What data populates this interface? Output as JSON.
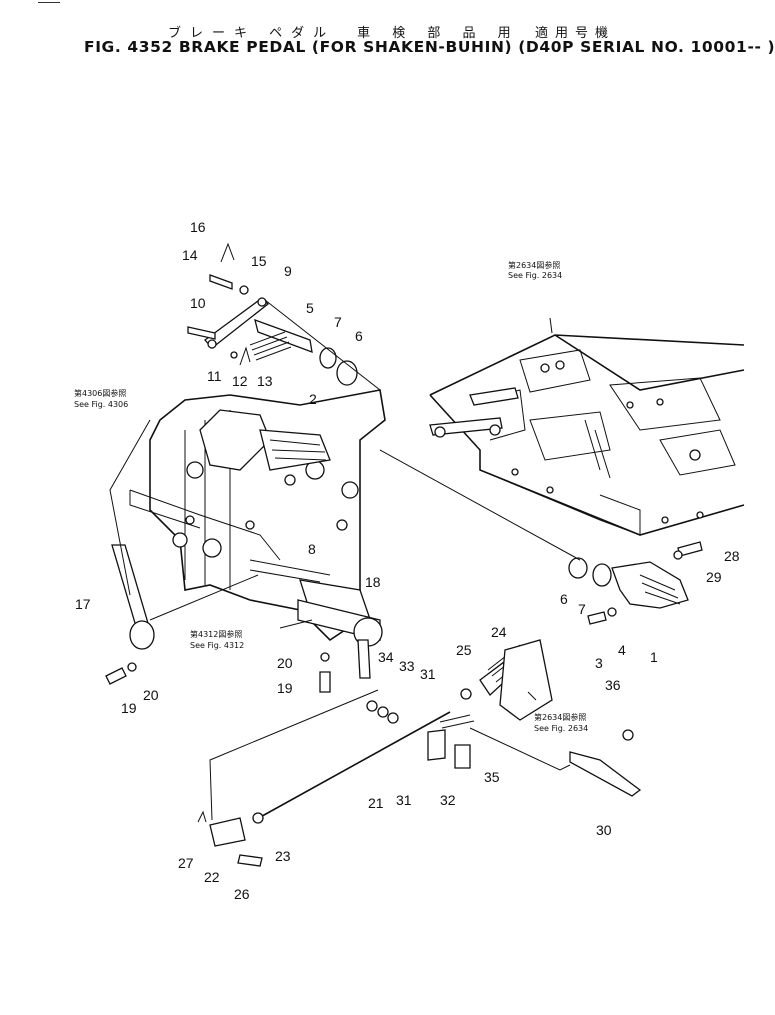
{
  "header": {
    "japanese_left": "ブレーキ ペダル　車 検 部 品 用",
    "japanese_right": "適用号機",
    "title": "FIG. 4352  BRAKE  PEDAL  (FOR  SHAKEN-BUHIN)  (D40P  SERIAL  NO. 10001-- )"
  },
  "callouts": [
    {
      "id": "c1",
      "label": "1"
    },
    {
      "id": "c2",
      "label": "2"
    },
    {
      "id": "c3",
      "label": "3"
    },
    {
      "id": "c4",
      "label": "4"
    },
    {
      "id": "c5",
      "label": "5"
    },
    {
      "id": "c6a",
      "label": "6"
    },
    {
      "id": "c6b",
      "label": "6"
    },
    {
      "id": "c7a",
      "label": "7"
    },
    {
      "id": "c7b",
      "label": "7"
    },
    {
      "id": "c8",
      "label": "8"
    },
    {
      "id": "c9",
      "label": "9"
    },
    {
      "id": "c10",
      "label": "10"
    },
    {
      "id": "c11",
      "label": "11"
    },
    {
      "id": "c12",
      "label": "12"
    },
    {
      "id": "c13",
      "label": "13"
    },
    {
      "id": "c14",
      "label": "14"
    },
    {
      "id": "c15",
      "label": "15"
    },
    {
      "id": "c16",
      "label": "16"
    },
    {
      "id": "c17",
      "label": "17"
    },
    {
      "id": "c18",
      "label": "18"
    },
    {
      "id": "c19a",
      "label": "19"
    },
    {
      "id": "c19b",
      "label": "19"
    },
    {
      "id": "c20a",
      "label": "20"
    },
    {
      "id": "c20b",
      "label": "20"
    },
    {
      "id": "c21",
      "label": "21"
    },
    {
      "id": "c22",
      "label": "22"
    },
    {
      "id": "c23",
      "label": "23"
    },
    {
      "id": "c24",
      "label": "24"
    },
    {
      "id": "c25",
      "label": "25"
    },
    {
      "id": "c26",
      "label": "26"
    },
    {
      "id": "c27",
      "label": "27"
    },
    {
      "id": "c28",
      "label": "28"
    },
    {
      "id": "c29",
      "label": "29"
    },
    {
      "id": "c30",
      "label": "30"
    },
    {
      "id": "c31a",
      "label": "31"
    },
    {
      "id": "c31b",
      "label": "31"
    },
    {
      "id": "c32",
      "label": "32"
    },
    {
      "id": "c33",
      "label": "33"
    },
    {
      "id": "c34",
      "label": "34"
    },
    {
      "id": "c35",
      "label": "35"
    },
    {
      "id": "c36",
      "label": "36"
    }
  ],
  "references": {
    "ref2634_top_jp": "第2634図参照",
    "ref2634_top_en": "See Fig. 2634",
    "ref4306_jp": "第4306図参照",
    "ref4306_en": "See Fig. 4306",
    "ref4312_jp": "第4312図参照",
    "ref4312_en": "See Fig. 4312",
    "ref2634_low_jp": "第2634図参照",
    "ref2634_low_en": "See Fig. 2634"
  }
}
